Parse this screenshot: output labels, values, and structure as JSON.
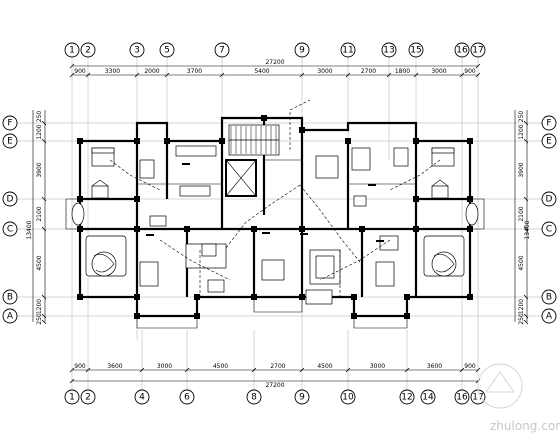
{
  "axes_top": [
    "1",
    "2",
    "3",
    "5",
    "7",
    "9",
    "11",
    "13",
    "15",
    "16",
    "17"
  ],
  "axes_bottom": [
    "1",
    "2",
    "4",
    "6",
    "8",
    "9",
    "10",
    "12",
    "14",
    "16",
    "17"
  ],
  "axes_left": [
    "F",
    "E",
    "D",
    "C",
    "B",
    "A"
  ],
  "axes_right": [
    "F",
    "E",
    "D",
    "C",
    "B",
    "A"
  ],
  "dims_top": [
    "900",
    "3300",
    "2000",
    "3700",
    "5400",
    "3000",
    "2700",
    "1800",
    "3000",
    "900"
  ],
  "dims_bottom": [
    "900",
    "3600",
    "3000",
    "4500",
    "2700",
    "4500",
    "3000",
    "3600",
    "900"
  ],
  "dims_left": [
    "250",
    "1200",
    "3900",
    "2100",
    "4500",
    "1200",
    "250"
  ],
  "dims_right": [
    "250",
    "1200",
    "3900",
    "2100",
    "4500",
    "1200",
    "250"
  ],
  "total_width": "27200",
  "total_depth": "13400",
  "watermark": "zhulong.com"
}
